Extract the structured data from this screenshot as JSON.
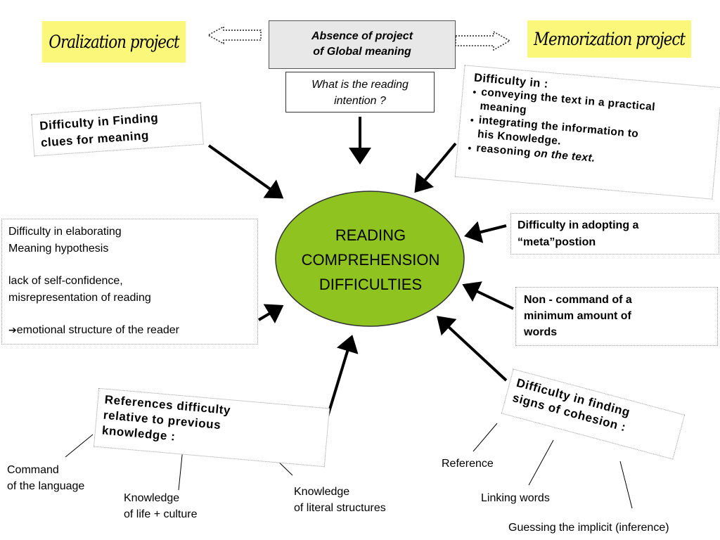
{
  "top": {
    "left_project": "Oralization project",
    "right_project": "Memorization project",
    "center_lines": [
      "Absence of project",
      "of Global meaning"
    ]
  },
  "question": [
    "What is the reading",
    "intention ?"
  ],
  "hub": [
    "READING",
    "COMPREHENSION",
    "DIFFICULTIES"
  ],
  "finding_clues": [
    "Difficulty in Finding",
    "clues for meaning"
  ],
  "difficulty_in": {
    "heading": "Difficulty in :",
    "items": [
      "conveying the text in  a practical",
      "meaning",
      "integrating the  information to",
      "his Knowledge.",
      "reasoning ",
      "on the text."
    ]
  },
  "elaborating": {
    "lines": [
      "Difficulty in elaborating",
      "Meaning hypothesis",
      "lack of self-confidence,",
      "misrepresentation of reading",
      "emotional structure of the reader"
    ],
    "arrow_glyph": "➔"
  },
  "meta_position": [
    "Difficulty in adopting a",
    "“meta”postion"
  ],
  "non_command": [
    "Non - command of a",
    "minimum amount of",
    "words"
  ],
  "references": [
    "References difficulty",
    "relative to previous",
    "knowledge :"
  ],
  "cohesion": [
    "Difficulty in finding",
    "signs of cohesion :"
  ],
  "annotations": {
    "command_language": [
      "Command",
      "of the language"
    ],
    "knowledge_life": [
      "Knowledge",
      "of life + culture"
    ],
    "knowledge_literal": [
      "Knowledge",
      "of literal structures"
    ],
    "reference": "Reference",
    "linking_words": "Linking words",
    "guessing": "Guessing the implicit (inference)"
  },
  "colors": {
    "hub_fill": "#8fc320",
    "project_fill": "#fbf77a",
    "absence_fill": "#e8e8e8"
  }
}
